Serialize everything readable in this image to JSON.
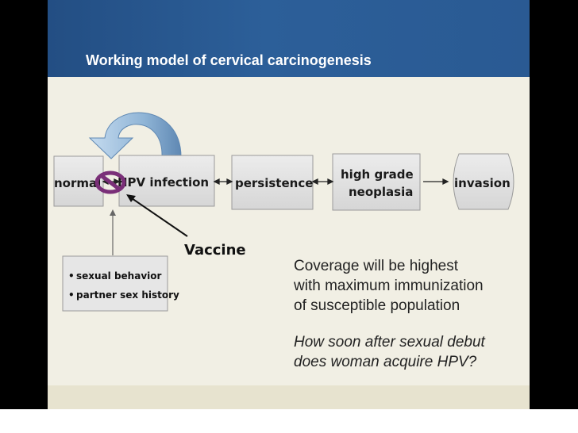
{
  "slide": {
    "title": "Working model of cervical carcinogenesis"
  },
  "diagram": {
    "stages": {
      "normal": "normal",
      "hpv_infection": "HPV infection",
      "persistence": "persistence",
      "high_grade_line1": "high grade",
      "high_grade_line2": "neoplasia",
      "invasion": "invasion"
    },
    "risk_factors": [
      "sexual behavior",
      "partner sex history"
    ],
    "bullet": "•",
    "vaccine_label": "Vaccine"
  },
  "notes": {
    "coverage_lines": [
      "Coverage will be highest",
      "with maximum immunization",
      "of susceptible population"
    ],
    "question_lines": [
      "How soon after sexual debut",
      "does woman acquire HPV?"
    ]
  },
  "colors": {
    "slide_bg": "#f1efe4",
    "header_bg": "#2c5f99",
    "box_fill": "#dedede",
    "box_stroke": "#9a9a9a",
    "curved_arrow": "#93b8d8",
    "prohibition": "#7a2f78"
  },
  "icons": {
    "prohibition": "no-symbol-icon",
    "curved_arrow": "curved-arrow-icon"
  }
}
